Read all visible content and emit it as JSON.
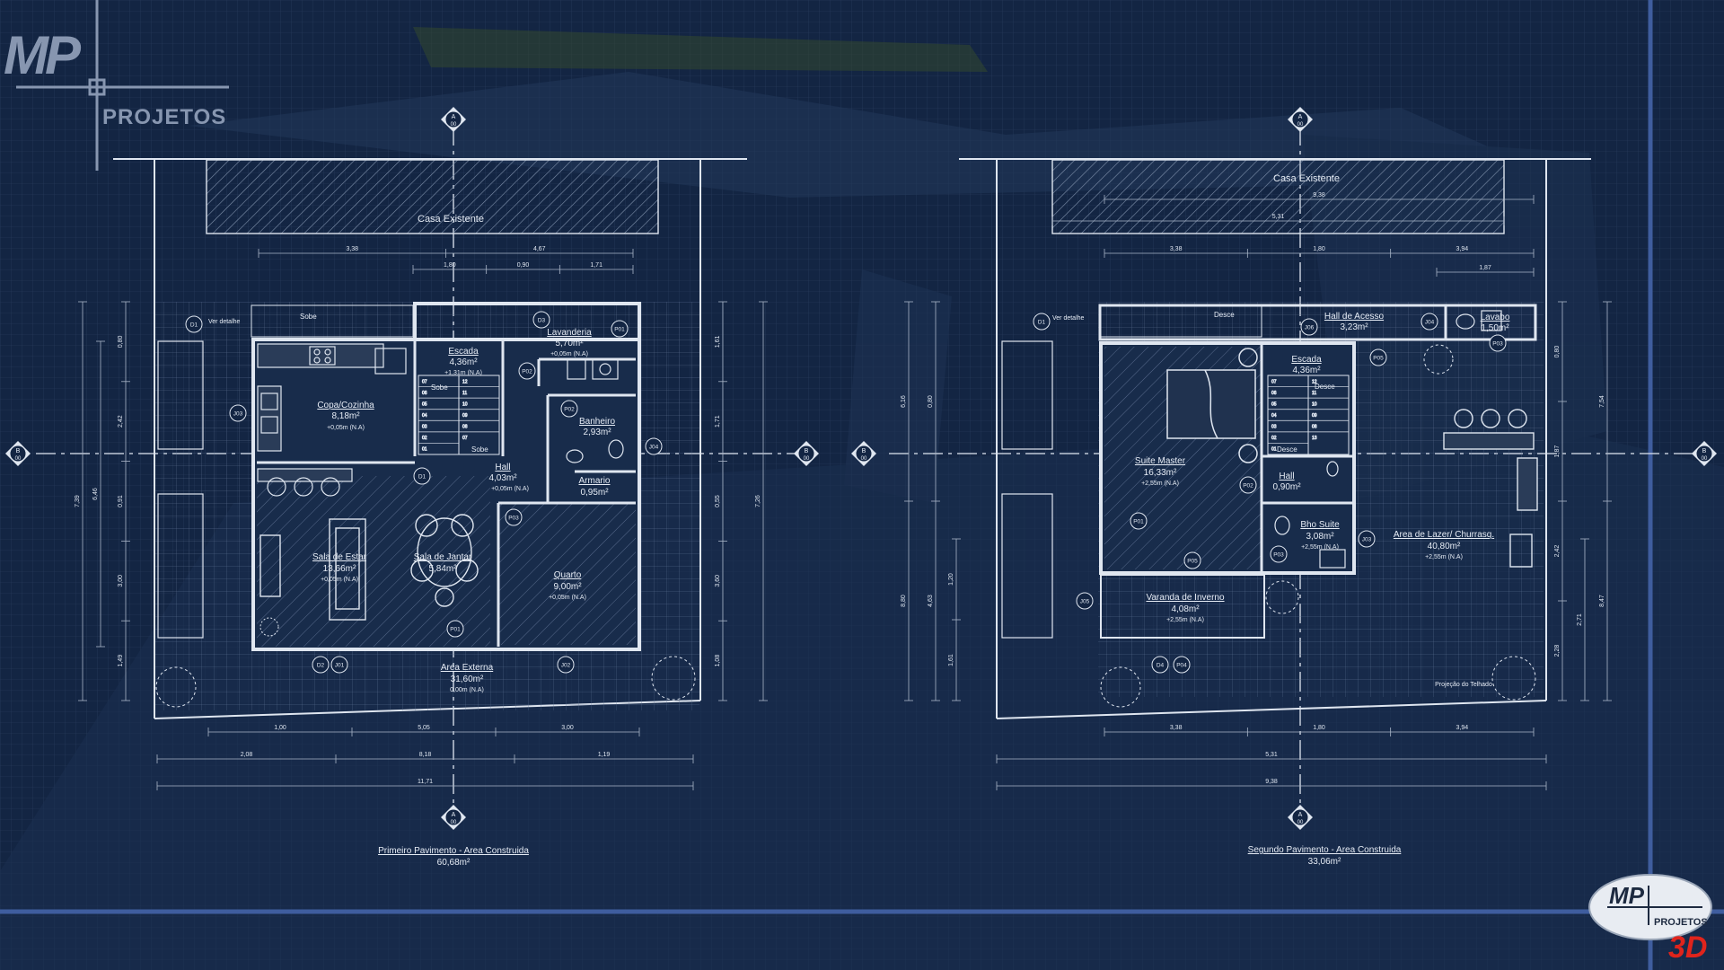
{
  "brand": {
    "mp": "MP",
    "projetos": "PROJETOS",
    "three_d": "3D"
  },
  "colors": {
    "background": "#132543",
    "grid": "#2b3e5e",
    "line": "#dfe6f0",
    "hatch": "#7f91ab",
    "frame_accent": "#3f5d9e",
    "badge_red": "#e0241c"
  },
  "common": {
    "existing_house": "Casa Existente",
    "ver_detalhe": "Ver detalhe",
    "section_a": "A",
    "section_b": "B",
    "section_sheet": "00",
    "projecao_telhado": "Projeção do Telhado"
  },
  "plan1": {
    "caption": "Primeiro Pavimento - Area Construida",
    "area": "60,68m²",
    "rooms": [
      {
        "name": "Copa/Cozinha",
        "area": "8,18m²",
        "level": "+0,05m (N.A)"
      },
      {
        "name": "Escada",
        "area": "4,36m²",
        "level": "+1,31m (N.A)"
      },
      {
        "name": "Lavanderia",
        "area": "5,70m²",
        "level": "+0,05m (N.A)"
      },
      {
        "name": "Banheiro",
        "area": "2,93m²"
      },
      {
        "name": "Hall",
        "area": "4,03m²",
        "level": "+0,05m (N.A)"
      },
      {
        "name": "Armario",
        "area": "0,95m²"
      },
      {
        "name": "Sala de Estar",
        "area": "13,66m²",
        "level": "+0,05m (N.A)"
      },
      {
        "name": "Sala de Jantar",
        "area": "5,84m²"
      },
      {
        "name": "Quarto",
        "area": "9,00m²",
        "level": "+0,05m (N.A)"
      },
      {
        "name": "Area Externa",
        "area": "31,60m²",
        "level": "0,00m (N.A)"
      }
    ],
    "stair": {
      "sobe": "Sobe",
      "steps": [
        "07",
        "06",
        "05",
        "04",
        "03",
        "02",
        "01",
        "12",
        "11",
        "10",
        "09",
        "08",
        "07"
      ]
    },
    "tags": [
      "D1",
      "D1",
      "P01",
      "P02",
      "P02",
      "P03",
      "J01",
      "J02",
      "J03",
      "J04",
      "P01",
      "D2",
      "D3"
    ],
    "dims": {
      "top": [
        "3,38",
        "4,67",
        "1,80",
        "0,90",
        "1,71"
      ],
      "bottom": [
        "1,00",
        "5,05",
        "3,00",
        "2,08",
        "8,18",
        "1,19",
        "11,71"
      ],
      "left": [
        "0,80",
        "2,42",
        "0,91",
        "3,00",
        "1,49",
        "7,39",
        "6,46"
      ],
      "right": [
        "1,61",
        "1,71",
        "0,55",
        "3,60",
        "1,08",
        "7,26"
      ]
    }
  },
  "plan2": {
    "caption": "Segundo Pavimento - Area Construida",
    "area": "33,06m²",
    "rooms": [
      {
        "name": "Hall de Acesso",
        "area": "3,23m²"
      },
      {
        "name": "Lavabo",
        "area": "1,50m²"
      },
      {
        "name": "Escada",
        "area": "4,36m²"
      },
      {
        "name": "Suite Master",
        "area": "16,33m²",
        "level": "+2,55m (N.A)"
      },
      {
        "name": "Hall",
        "area": "0,90m²"
      },
      {
        "name": "Bho Suite",
        "area": "3,08m²",
        "level": "+2,55m (N.A)"
      },
      {
        "name": "Area de Lazer/ Churrasq.",
        "area": "40,80m²",
        "level": "+2,55m (N.A)"
      },
      {
        "name": "Varanda de Inverno",
        "area": "4,08m²",
        "level": "+2,55m (N.A)"
      }
    ],
    "stair": {
      "desce": "Desce",
      "steps": [
        "07",
        "06",
        "05",
        "04",
        "03",
        "02",
        "01",
        "12",
        "11",
        "10",
        "09",
        "08",
        "13"
      ]
    },
    "tags": [
      "D1",
      "J06",
      "J04",
      "P03",
      "P05",
      "P02",
      "P01",
      "P03",
      "J03",
      "P05",
      "J05",
      "D4",
      "P04"
    ],
    "dims": {
      "top": [
        "9,38",
        "5,31",
        "3,38",
        "1,80",
        "3,94",
        "1,87"
      ],
      "bottom": [
        "3,38",
        "1,80",
        "3,94",
        "5,31",
        "9,38"
      ],
      "left": [
        "0,80",
        "4,63",
        "6,16",
        "8,80",
        "1,20",
        "1,61"
      ],
      "right": [
        "0,80",
        "1,87",
        "2,42",
        "2,28",
        "7,54",
        "8,47",
        "2,71"
      ]
    }
  }
}
